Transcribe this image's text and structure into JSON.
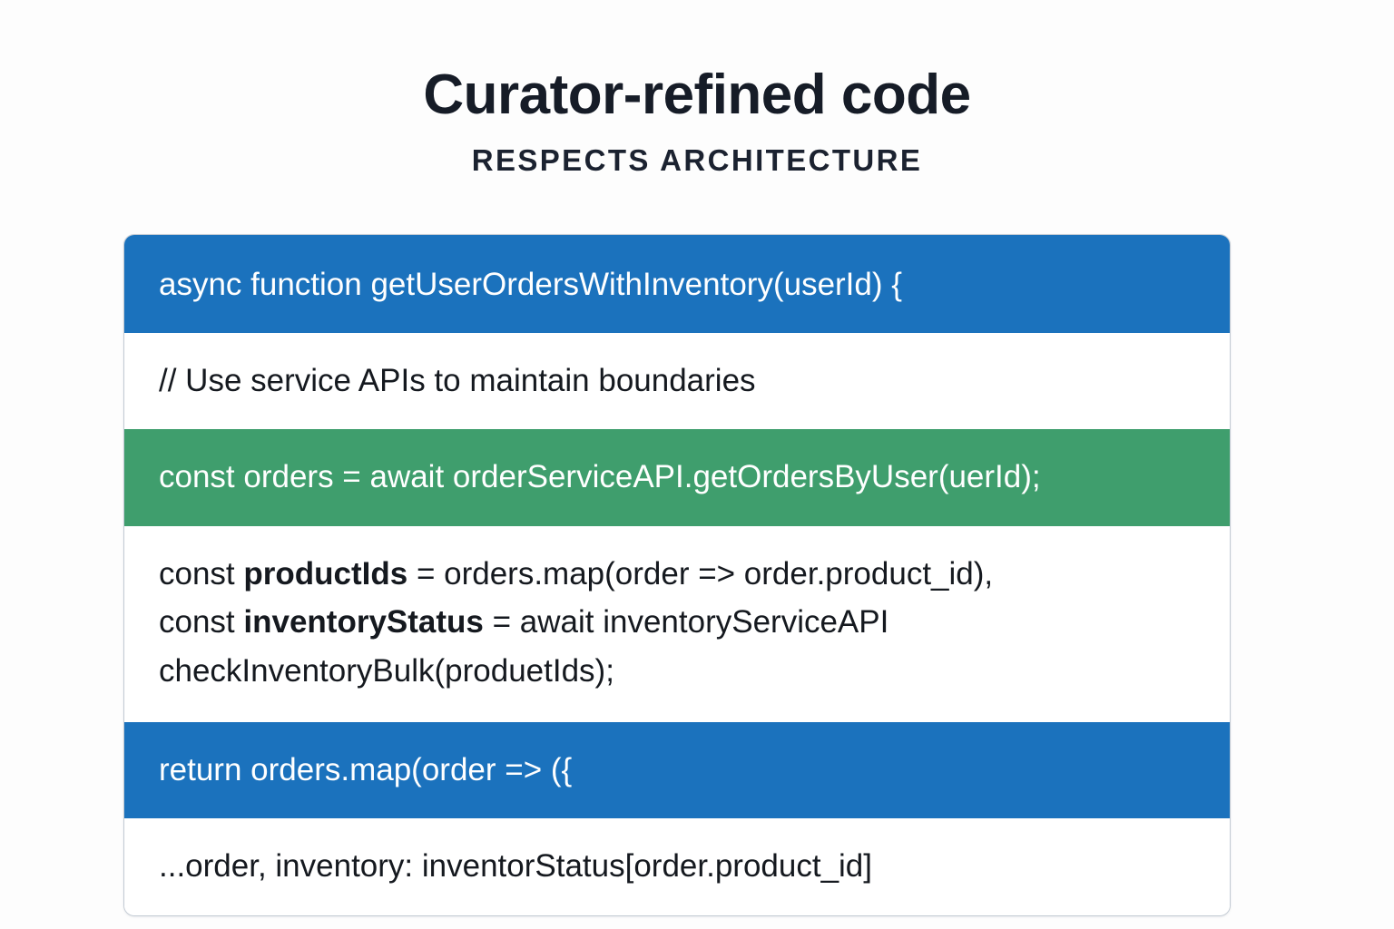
{
  "header": {
    "title": "Curator-refined code",
    "subtitle": "RESPECTS ARCHITECTURE"
  },
  "colors": {
    "background": "#fdfdfd",
    "title_text": "#161c27",
    "row_blue": "#1b72bd",
    "row_green": "#3f9e6d",
    "row_white": "#ffffff",
    "card_border": "#c3cbd4",
    "code_text_dark": "#15191f",
    "code_text_light": "#ffffff"
  },
  "code_block": {
    "rows": [
      {
        "id": "row-1",
        "style": "blue",
        "text": "async function getUserOrdersWithInventory(userId) {"
      },
      {
        "id": "row-2",
        "style": "white",
        "text": "// Use service APIs to maintain boundaries"
      },
      {
        "id": "row-3",
        "style": "green",
        "text": "const orders = await orderServiceAPI.getOrdersByUser(uerId);"
      },
      {
        "id": "row-4",
        "style": "white",
        "lines": [
          {
            "pre": "const ",
            "bold": "productIds",
            "post": " = orders.map(order => order.product_id),"
          },
          {
            "pre": "const ",
            "bold": "inventoryStatus",
            "post": " = await inventoryServiceAPI"
          },
          {
            "pre": "checkInventoryBulk(produetIds);",
            "bold": "",
            "post": ""
          }
        ]
      },
      {
        "id": "row-5",
        "style": "blue",
        "text": "return orders.map(order => ({"
      },
      {
        "id": "row-6",
        "style": "white",
        "text": "...order,  inventory: inventorStatus[order.product_id]"
      }
    ]
  }
}
